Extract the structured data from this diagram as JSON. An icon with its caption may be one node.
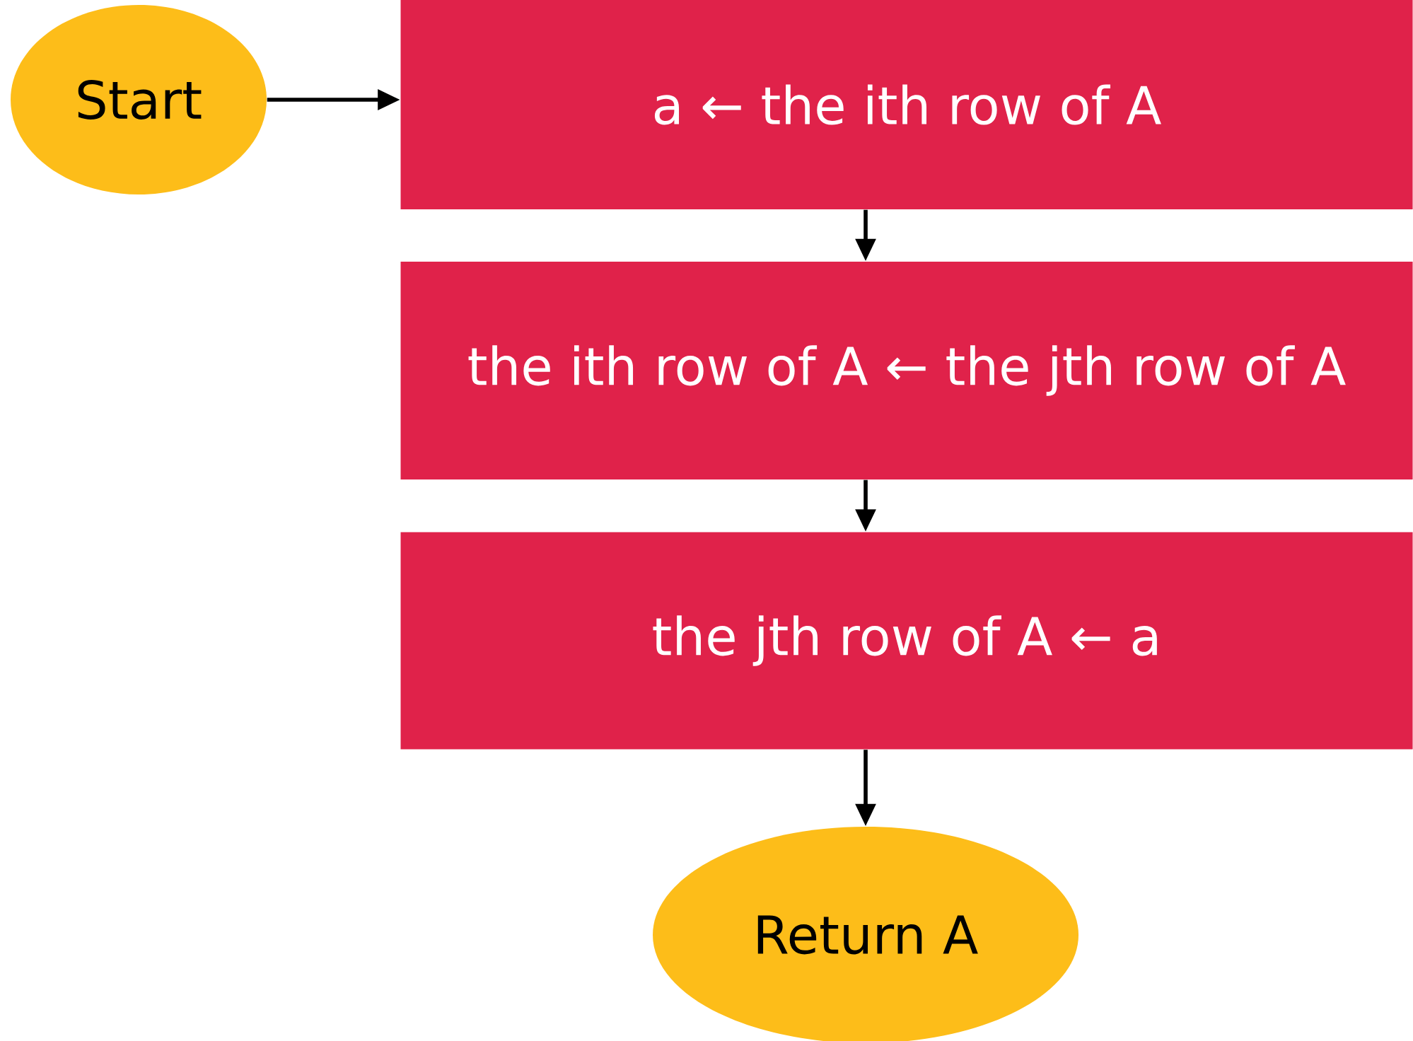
{
  "diagram": {
    "nodes": [
      {
        "text": [
          "Start"
        ]
      },
      {
        "text": [
          "a ← the ith row of A"
        ]
      },
      {
        "text": [
          "the ith row of A ← the jth row of A"
        ]
      },
      {
        "text": [
          "the jth row of A ← a"
        ]
      },
      {
        "text": [
          "Return A"
        ]
      }
    ],
    "edges": [
      {
        "from": 0,
        "to": 1,
        "arrow": "to"
      },
      {
        "from": 1,
        "to": 2,
        "arrow": "to"
      },
      {
        "from": 2,
        "to": 3,
        "arrow": "to"
      },
      {
        "from": 3,
        "to": 4,
        "arrow": "to"
      }
    ]
  }
}
